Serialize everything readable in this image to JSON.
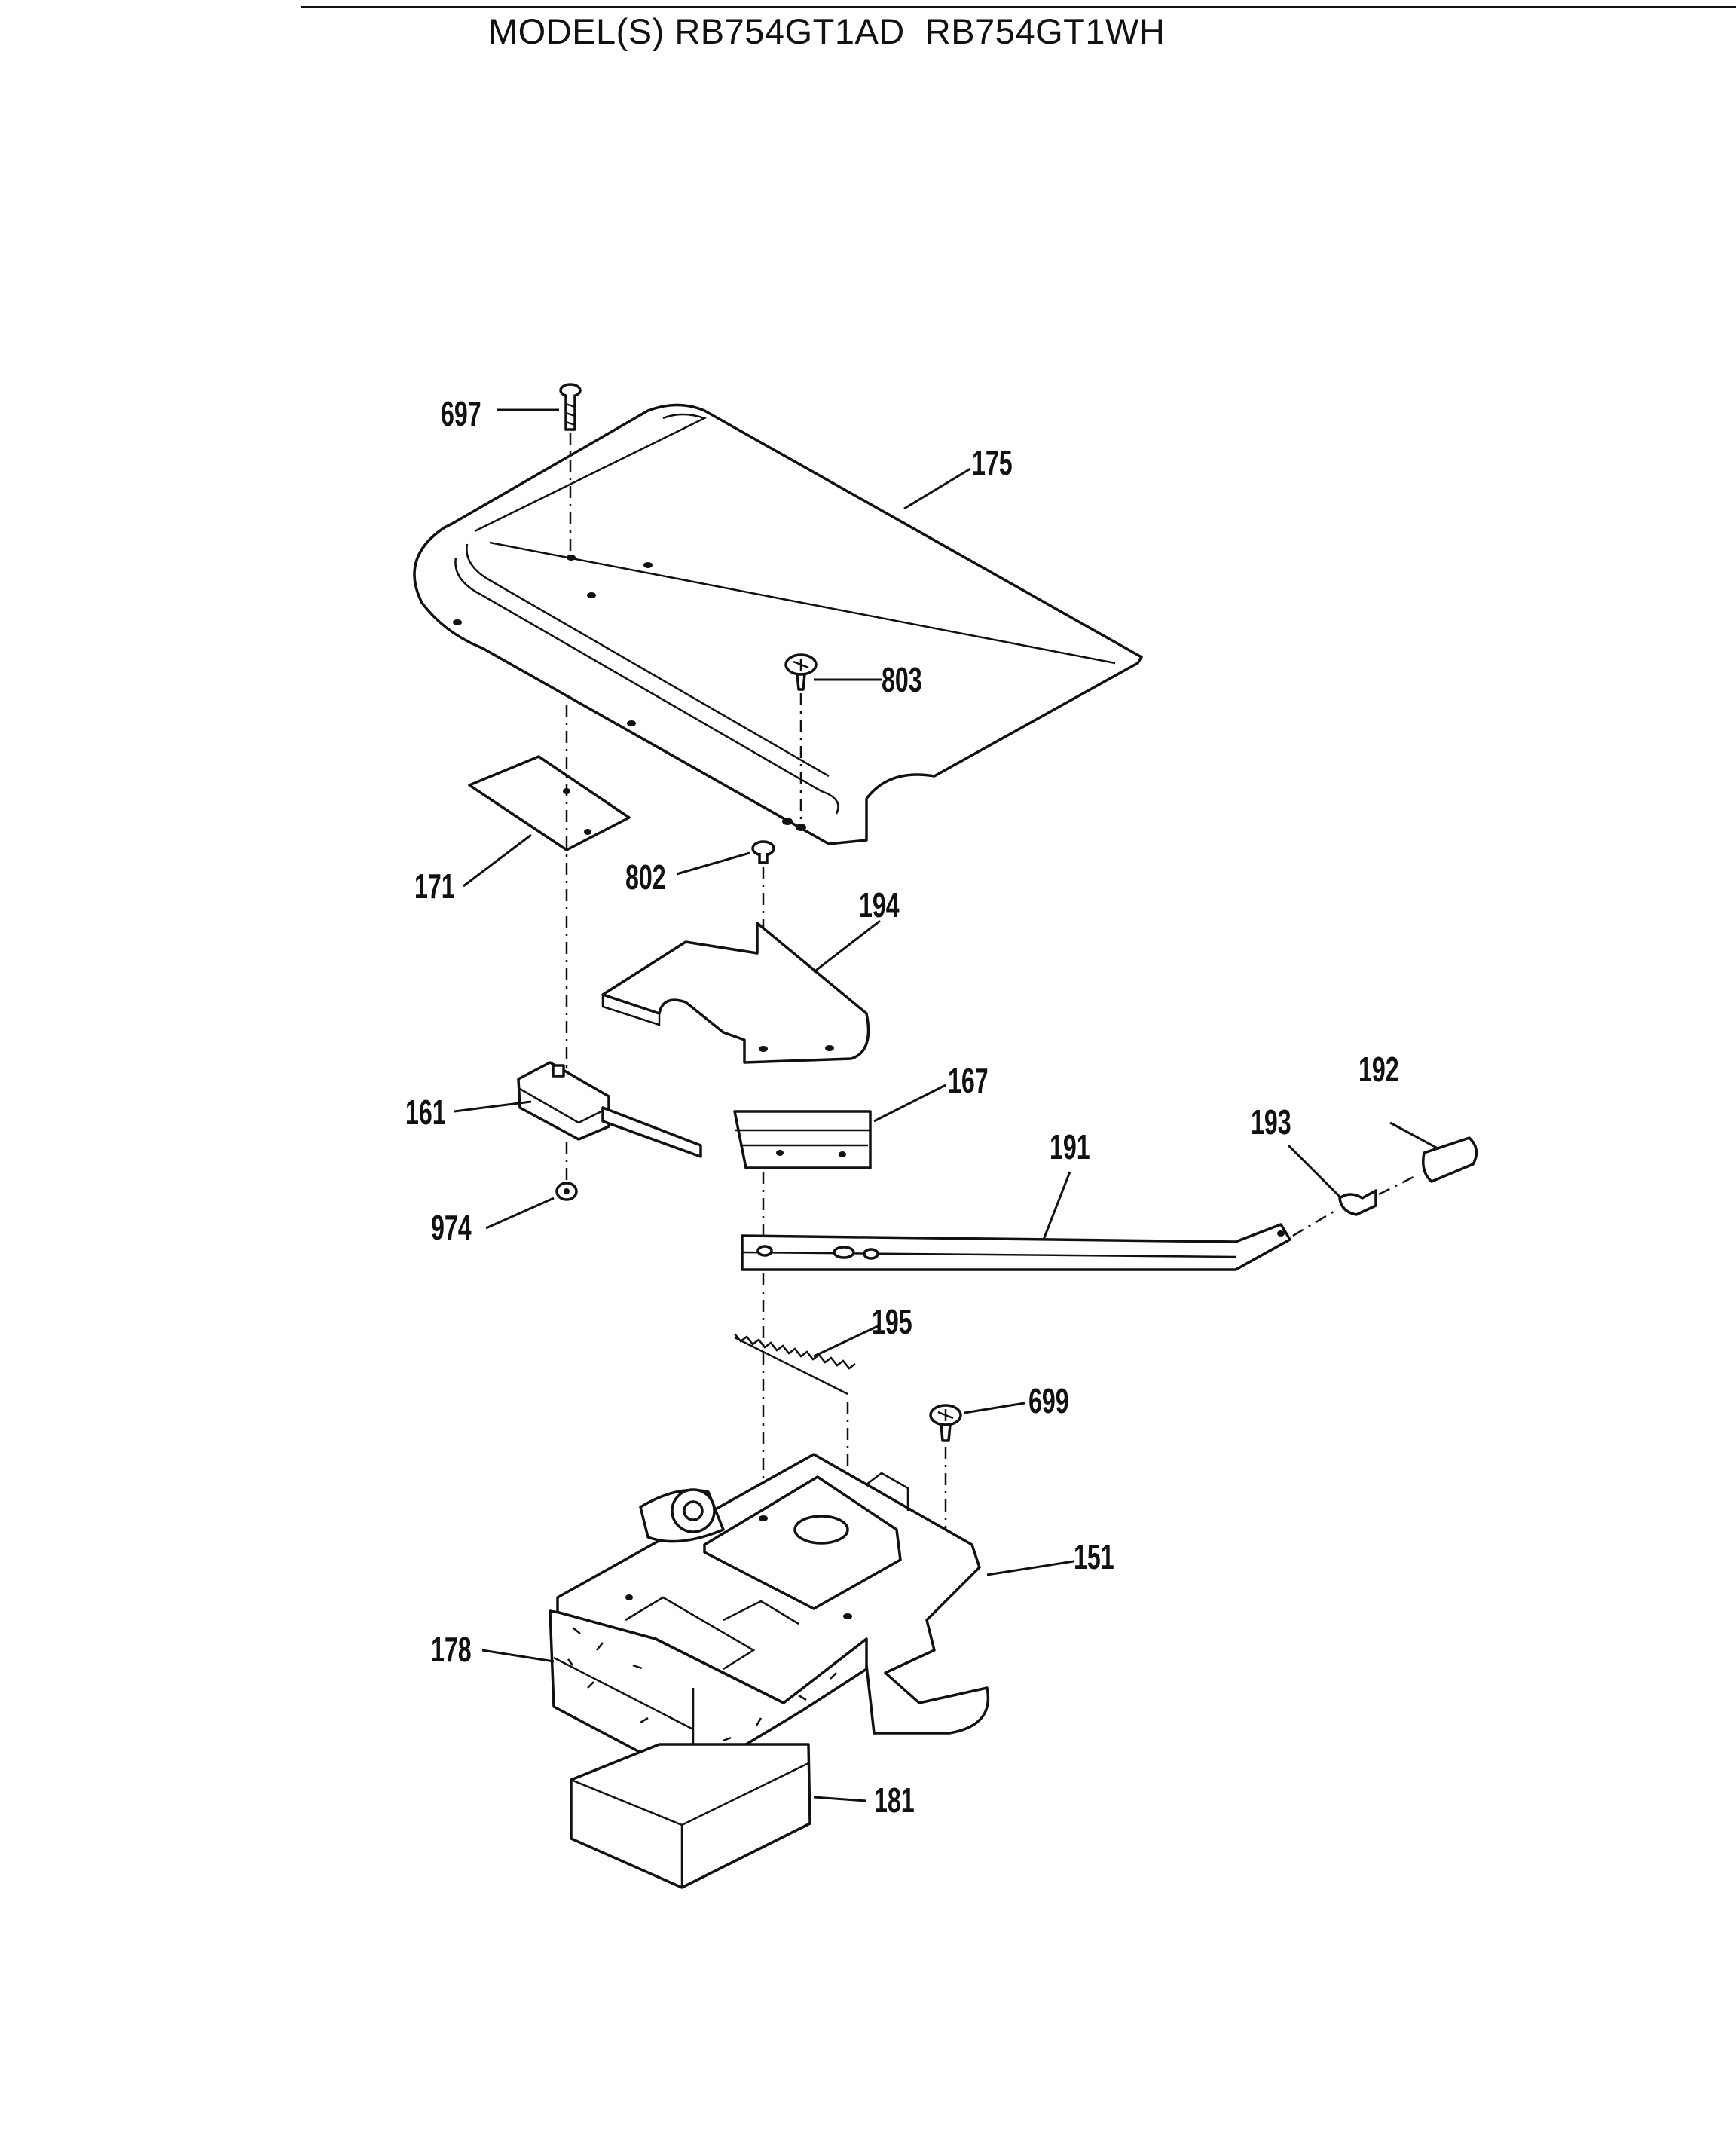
{
  "header": {
    "title": "MODEL(S) RB754GT1AD  RB754GT1WH"
  },
  "diagram": {
    "callouts": {
      "c697": "697",
      "c175": "175",
      "c803": "803",
      "c171": "171",
      "c802": "802",
      "c194": "194",
      "c161": "161",
      "c167": "167",
      "c191": "191",
      "c193": "193",
      "c192": "192",
      "c974": "974",
      "c195": "195",
      "c699": "699",
      "c151": "151",
      "c178": "178",
      "c181": "181"
    }
  }
}
